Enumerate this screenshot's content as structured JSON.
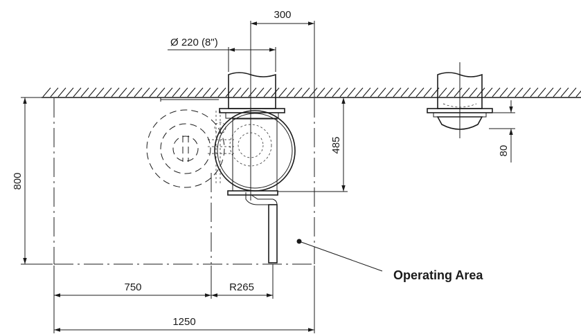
{
  "dimensions": {
    "top_width": "300",
    "diameter": "Ø  220 (8\")",
    "height_right": "485",
    "height_left": "800",
    "offset_small": "80",
    "width_left": "750",
    "radius": "R265",
    "width_total": "1250"
  },
  "labels": {
    "operating_area": "Operating Area"
  }
}
